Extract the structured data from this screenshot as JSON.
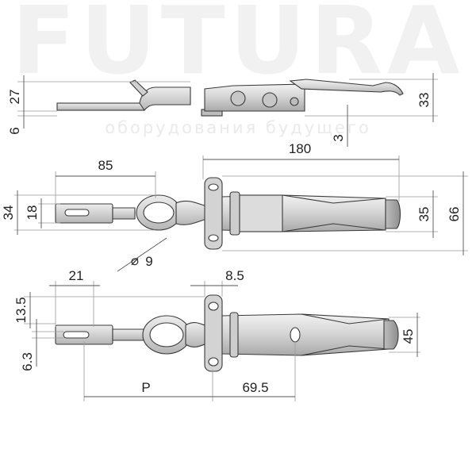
{
  "watermark": {
    "brand": "FUTURA",
    "slogan": "оборудования будущего"
  },
  "dimensions": {
    "side_height_27": "27",
    "side_thickness_6": "6",
    "side_height_33": "33",
    "side_offset_3": "3",
    "total_length_180": "180",
    "hook_length_85": "85",
    "width_34": "34",
    "slot_width_18": "18",
    "body_width_35": "35",
    "base_width_66": "66",
    "ring_dia_9": "9",
    "slot_length_21": "21",
    "plate_thickness_8_5": "8.5",
    "offset_13_5": "13.5",
    "slot_offset_6_3": "6.3",
    "body_width_45": "45",
    "adjustable_P": "P",
    "body_length_69_5": "69.5"
  },
  "symbols": {
    "diameter": "⌀"
  },
  "colors": {
    "metal_light": "#e4e4e4",
    "metal_mid": "#c8c8c8",
    "metal_dark": "#9e9e9e",
    "outline": "#3a3a3a",
    "watermark": "#f1f1f1"
  }
}
